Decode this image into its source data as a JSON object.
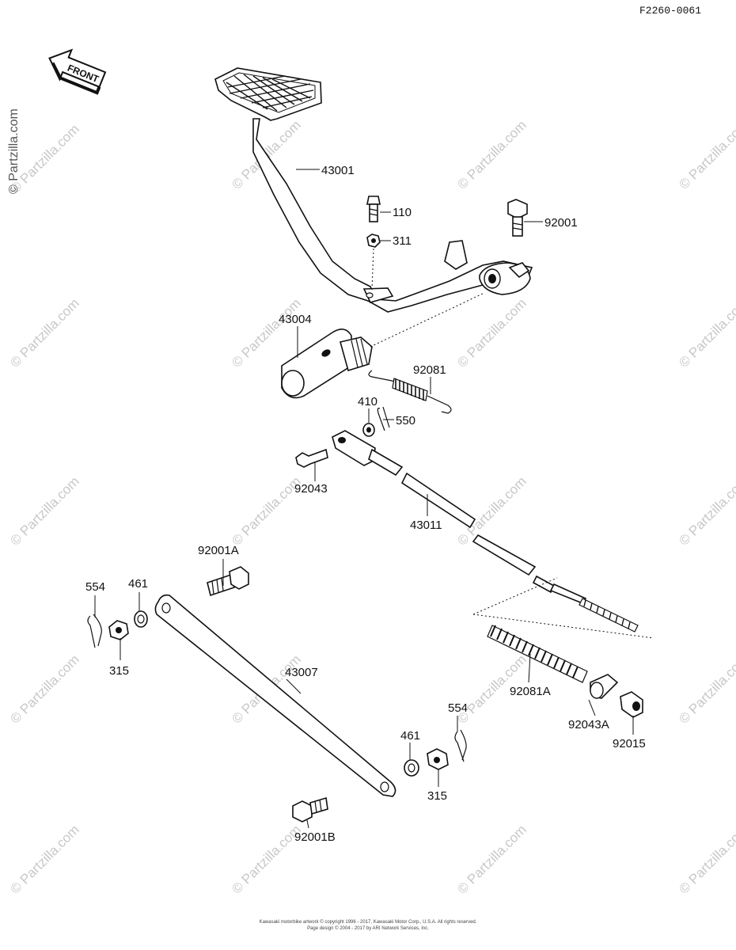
{
  "diagram": {
    "code": "F2260-0061",
    "front_label": "FRONT",
    "watermark": "© Partzilla.com",
    "footer": [
      "Kawasaki motorbike artwork © copyright 1996 - 2017, Kawasaki Motor Corp., U.S.A. All rights reserved.",
      "Page design © 2004 - 2017 by ARI Network Services, Inc."
    ],
    "parts": [
      {
        "label": "43001"
      },
      {
        "label": "110"
      },
      {
        "label": "92001"
      },
      {
        "label": "311"
      },
      {
        "label": "43004"
      },
      {
        "label": "92081"
      },
      {
        "label": "410"
      },
      {
        "label": "550"
      },
      {
        "label": "92043"
      },
      {
        "label": "43011"
      },
      {
        "label": "92001A"
      },
      {
        "label": "554"
      },
      {
        "label": "461"
      },
      {
        "label": "315"
      },
      {
        "label": "43007"
      },
      {
        "label": "92081A"
      },
      {
        "label": "92043A"
      },
      {
        "label": "92015"
      },
      {
        "label": "554"
      },
      {
        "label": "461"
      },
      {
        "label": "315"
      },
      {
        "label": "92001B"
      }
    ]
  }
}
